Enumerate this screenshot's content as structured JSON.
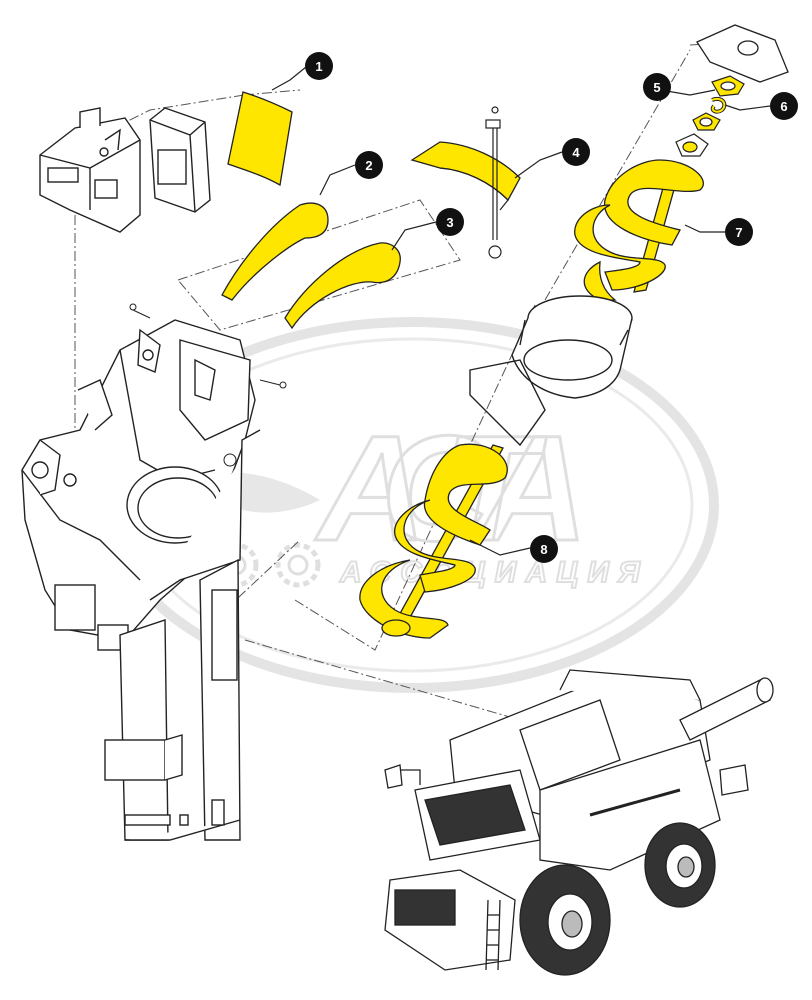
{
  "watermark": {
    "logo_text": "ACTA",
    "sub_text": "АССОЦИАЦИЯ"
  },
  "callouts": [
    {
      "number": "1"
    },
    {
      "number": "2"
    },
    {
      "number": "3"
    },
    {
      "number": "4"
    },
    {
      "number": "5"
    },
    {
      "number": "6"
    },
    {
      "number": "7"
    },
    {
      "number": "8"
    }
  ],
  "colors": {
    "part_highlight": "#ffe600",
    "callout_fill": "#111111",
    "line": "#222222",
    "watermark": "#c8c8c8"
  },
  "icons": [
    "gear-icon",
    "gear-icon"
  ]
}
